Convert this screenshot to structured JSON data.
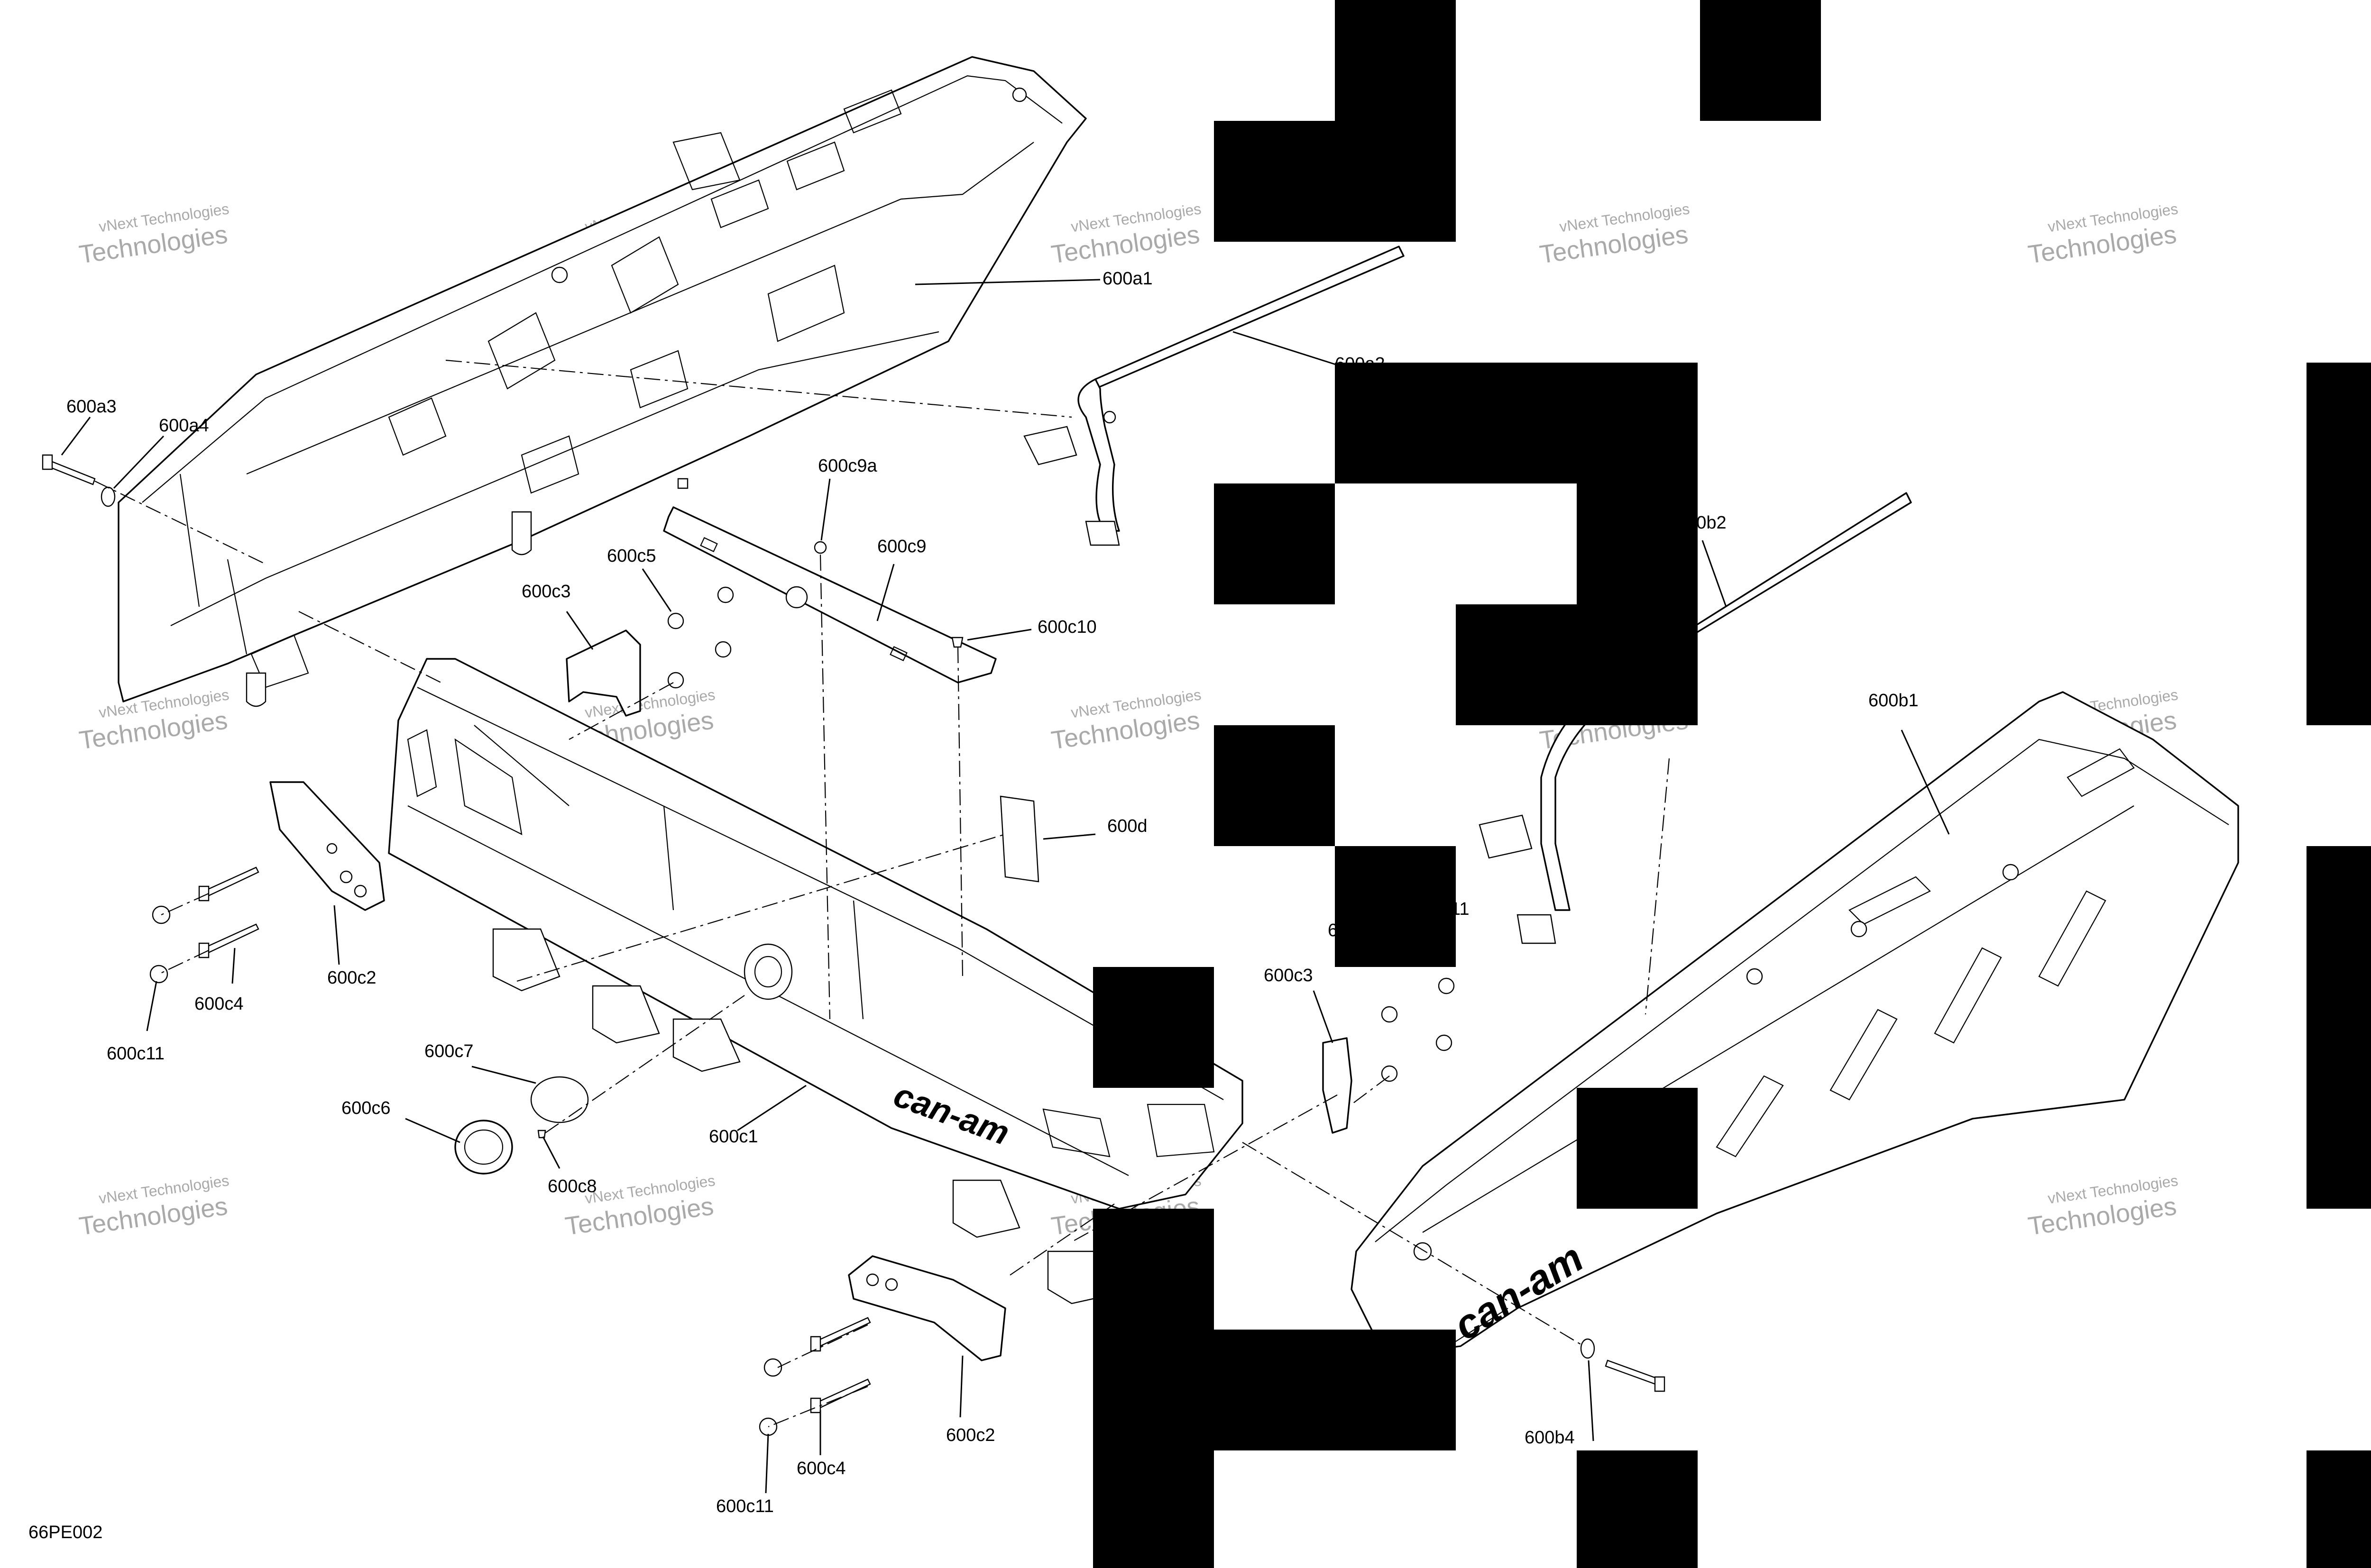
{
  "diagram_code": "66PE002",
  "watermark": {
    "line1": "vNext Technologies",
    "line2": "Technologies"
  },
  "labels": {
    "600a1": "600a1",
    "600a2": "600a2",
    "600a3": "600a3",
    "600a4": "600a4",
    "600b1": "600b1",
    "600b2": "600b2",
    "600b4": "600b4",
    "600c1": "600c1",
    "600c2_left": "600c2",
    "600c2_right": "600c2",
    "600c3_left": "600c3",
    "600c3_right": "600c3",
    "600c4_left": "600c4",
    "600c4_right": "600c4",
    "600c5": "600c5",
    "600c6": "600c6",
    "600c7": "600c7",
    "600c8": "600c8",
    "600c9": "600c9",
    "600c9a": "600c9a",
    "600c10": "600c10",
    "600c11_left": "600c11",
    "600c11_bottom": "600c11",
    "600c11_right_partial": "c11",
    "600c_partial": "60",
    "600d": "600d"
  },
  "logo_text": {
    "center_bumper": "can-am",
    "right_rail": "can-am"
  }
}
